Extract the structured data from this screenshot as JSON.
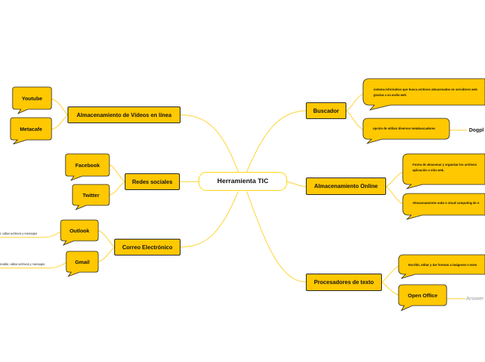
{
  "central": {
    "label": "Herramienta TIC"
  },
  "colors": {
    "bubble": "#ffc800",
    "link": "#ffd84a",
    "central_border": "#ffd400"
  },
  "branches": {
    "videos": {
      "label": "Almacenamiento de Vídeos en línea",
      "children": [
        "Youtube",
        "Metacafe"
      ]
    },
    "redes": {
      "label": "Redes sociales",
      "children": [
        "Facebook",
        "Twitter"
      ]
    },
    "correo": {
      "label": "Correo Electrónico",
      "children": [
        "Outlook",
        "Gmail"
      ],
      "outlook_note": "t, editar archivos y mensajes",
      "gmail_note": "mobile, editar archivos y mensajes"
    },
    "buscador": {
      "label": "Buscador",
      "note1_line1": "sistema informático que busca archivos almacenados en servidores web",
      "note1_line2": "gracias a su araña web",
      "note2": "opción de utilizar diversos metabuscadores",
      "note2_child": "Dogpl"
    },
    "almacenamiento": {
      "label": "Almacenamiento Online",
      "note1_line1": "Forma de almacenar y organizar los archivos",
      "note1_line2": "aplicación o sitio web.",
      "note2": "Almacenamiento nube o cloud computing de A"
    },
    "procesadores": {
      "label": "Procesadores de texto",
      "note1": "Escribir, editar y dar formato a imágenes o texto",
      "child": "Open Office",
      "child_note": "Answer"
    }
  }
}
